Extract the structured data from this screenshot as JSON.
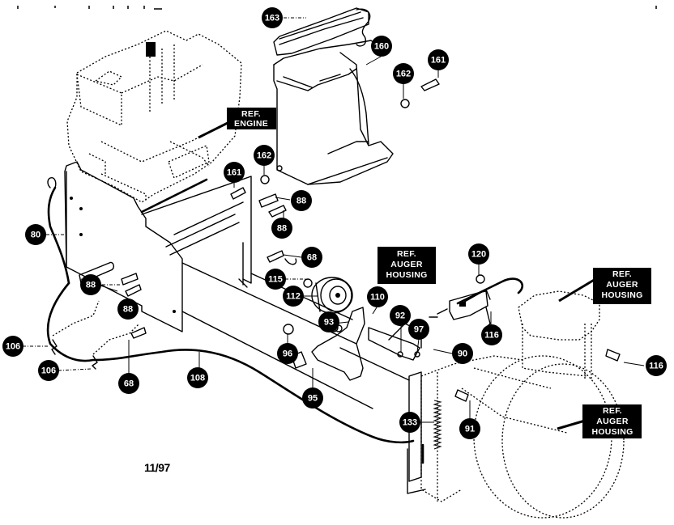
{
  "document": {
    "type": "exploded parts diagram",
    "date_code": "11/97"
  },
  "reference_labels": [
    {
      "id": "ref-engine",
      "lines": [
        "REF.",
        "ENGINE"
      ]
    },
    {
      "id": "ref-auger-housing-center",
      "lines": [
        "REF.",
        "AUGER",
        "HOUSING"
      ]
    },
    {
      "id": "ref-auger-housing-top-right",
      "lines": [
        "REF.",
        "AUGER",
        "HOUSING"
      ]
    },
    {
      "id": "ref-auger-housing-bottom-right",
      "lines": [
        "REF.",
        "AUGER",
        "HOUSING"
      ]
    }
  ],
  "callouts": [
    {
      "part": "163"
    },
    {
      "part": "160"
    },
    {
      "part": "162"
    },
    {
      "part": "161"
    },
    {
      "part": "161"
    },
    {
      "part": "162"
    },
    {
      "part": "88"
    },
    {
      "part": "88"
    },
    {
      "part": "68"
    },
    {
      "part": "80"
    },
    {
      "part": "88"
    },
    {
      "part": "88"
    },
    {
      "part": "106"
    },
    {
      "part": "106"
    },
    {
      "part": "68"
    },
    {
      "part": "108"
    },
    {
      "part": "115"
    },
    {
      "part": "112"
    },
    {
      "part": "93"
    },
    {
      "part": "96"
    },
    {
      "part": "95"
    },
    {
      "part": "110"
    },
    {
      "part": "92"
    },
    {
      "part": "97"
    },
    {
      "part": "90"
    },
    {
      "part": "120"
    },
    {
      "part": "116"
    },
    {
      "part": "116"
    },
    {
      "part": "133"
    },
    {
      "part": "91"
    }
  ]
}
